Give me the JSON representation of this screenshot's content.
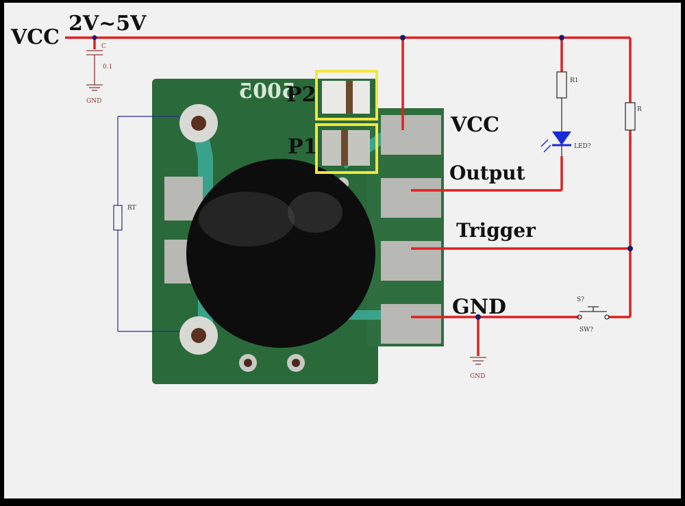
{
  "supply": {
    "label": "VCC",
    "range": "2V~5V"
  },
  "pins": [
    "VCC",
    "Output",
    "Trigger",
    "GND"
  ],
  "jumpers": {
    "p2": "P2",
    "p1": "P1"
  },
  "board_text": "5005",
  "components": {
    "cap_ref": "C",
    "cap_value": "0.1",
    "gnd1": "GND",
    "r1": "R1",
    "led": "LED?",
    "r_right": "R",
    "rt": "RT",
    "switch_ref": "S?",
    "switch_name": "SW?",
    "gnd2": "GND"
  },
  "colors": {
    "wire": "#e02020",
    "pcb": "#2a6a3a",
    "pad": "#b8b8b4",
    "highlight": "#f2e640",
    "led": "#1a2ad8",
    "schematic": "#2a2a8a"
  }
}
